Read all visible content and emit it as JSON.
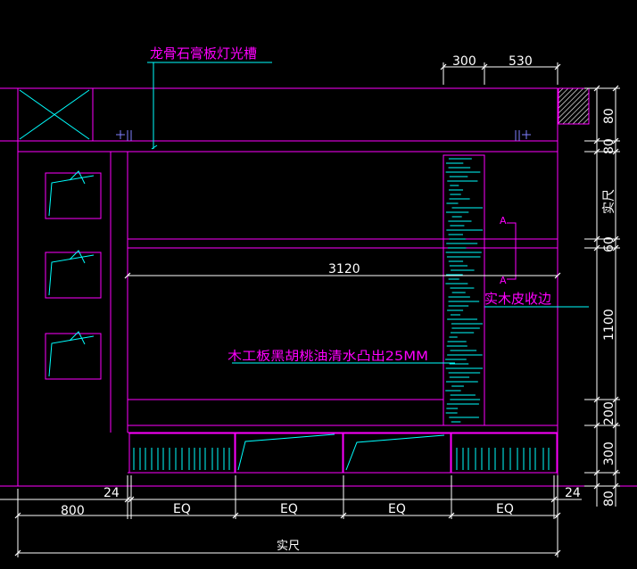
{
  "colors": {
    "background": "#000000",
    "outline": "#ff00ff",
    "dimension": "#ffffff",
    "leader": "#00ffff",
    "annotation_text": "#ff00ff"
  },
  "annotations": {
    "light_trough": "龙骨石膏板灯光槽",
    "wood_edge": "实木皮收边",
    "walnut_panel": "木工板黑胡桃油清水凸出25MM",
    "section_mark_top": "A",
    "section_mark_bottom": "A"
  },
  "dimensions": {
    "top_300": "300",
    "top_530": "530",
    "width_3120": "3120",
    "left_800": "800",
    "left_24": "24",
    "right_24": "24",
    "eq_1": "EQ",
    "eq_2": "EQ",
    "eq_3": "EQ",
    "eq_4": "EQ",
    "overall": "实尺",
    "right_80_top": "80",
    "right_80_second": "80",
    "right_full": "实尺",
    "right_60": "60",
    "right_1100": "1100",
    "right_200": "200",
    "right_300": "300",
    "right_80_bottom": "80"
  }
}
